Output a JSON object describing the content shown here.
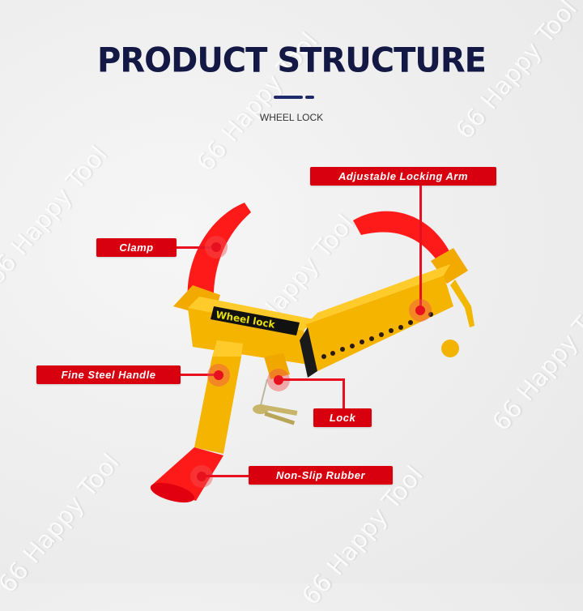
{
  "header": {
    "title": "PRODUCT STRUCTURE",
    "subtitle": "WHEEL LOCK",
    "accent_color": "#131845"
  },
  "watermark": {
    "text": "66 Happy Tool"
  },
  "product": {
    "body_label": "Wheel lock",
    "body_color": "#f5b400",
    "rubber_color": "#ff1a1a"
  },
  "callouts": [
    {
      "id": "adjustable-locking-arm",
      "label": "Adjustable Locking Arm"
    },
    {
      "id": "clamp",
      "label": "Clamp"
    },
    {
      "id": "fine-steel-handle",
      "label": "Fine Steel Handle"
    },
    {
      "id": "lock",
      "label": "Lock"
    },
    {
      "id": "non-slip-rubber",
      "label": "Non-Slip Rubber"
    }
  ],
  "colors": {
    "label_bg": "#d8000f",
    "label_text": "#ffffff"
  }
}
